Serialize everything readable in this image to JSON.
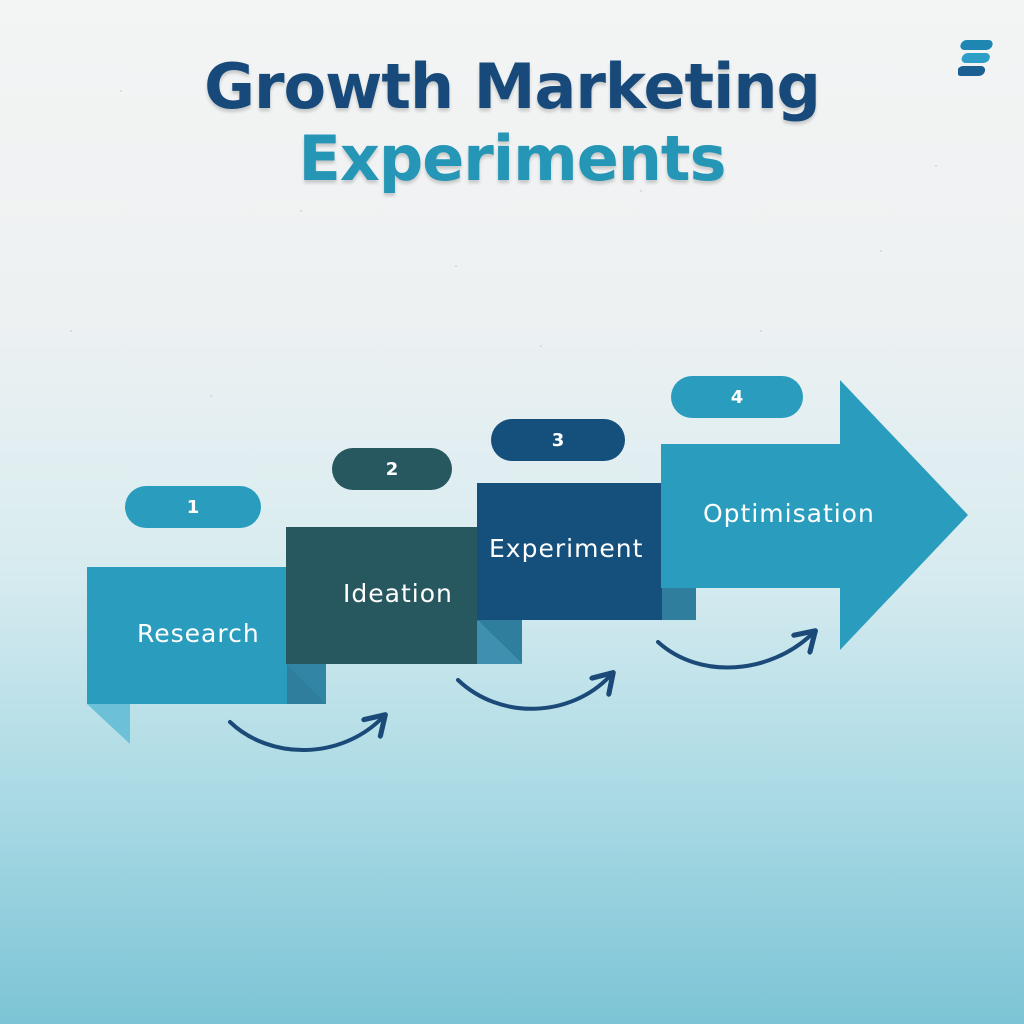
{
  "title": {
    "line1": "Growth Marketing",
    "line2": "Experiments"
  },
  "logo": {
    "icon": "brand-s-logo-icon"
  },
  "colors": {
    "title_dark": "#174a7a",
    "title_light": "#2596b5",
    "step1": "#2a9dbe",
    "step2": "#27575f",
    "step3": "#154f7c",
    "step4": "#2a9dbe",
    "arrow": "#1b4a78"
  },
  "steps": [
    {
      "number": "1",
      "label": "Research"
    },
    {
      "number": "2",
      "label": "Ideation"
    },
    {
      "number": "3",
      "label": "Experiment"
    },
    {
      "number": "4",
      "label": "Optimisation"
    }
  ],
  "connector_icon": "curved-arrow-icon"
}
